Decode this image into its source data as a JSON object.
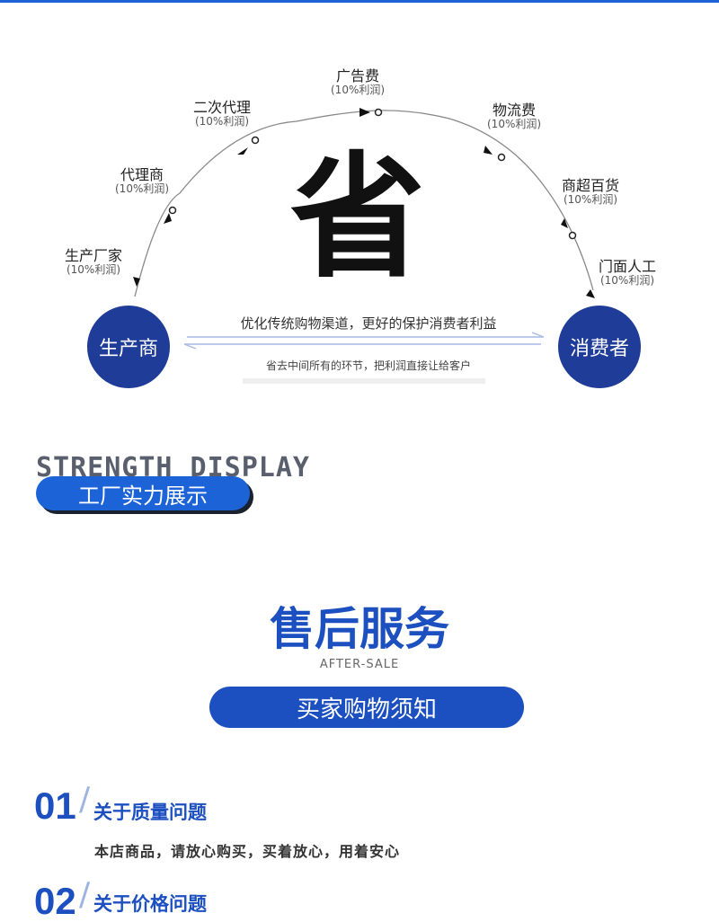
{
  "colors": {
    "accent": "#1c4fbf",
    "circle": "#1f3d98",
    "pill": "#1c63d8"
  },
  "diagram": {
    "center_char": "省",
    "left_circle": "生产商",
    "right_circle": "消费者",
    "slogan_main": "优化传统购物渠道，更好的保护消费者利益",
    "slogan_sub": "省去中间所有的环节，把利润直接让给客户",
    "nodes": [
      {
        "title": "生产厂家",
        "sub": "(10%利润)"
      },
      {
        "title": "代理商",
        "sub": "(10%利润)"
      },
      {
        "title": "二次代理",
        "sub": "(10%利润)"
      },
      {
        "title": "广告费",
        "sub": "(10%利润)"
      },
      {
        "title": "物流费",
        "sub": "(10%利润)"
      },
      {
        "title": "商超百货",
        "sub": "(10%利润)"
      },
      {
        "title": "门面人工",
        "sub": "(10%利润)"
      }
    ]
  },
  "strength": {
    "title_en": "STRENGTH DISPLAY",
    "title_cn": "工厂实力展示"
  },
  "after_sale": {
    "title": "售后服务",
    "subtitle": "AFTER-SALE",
    "button": "买家购物须知"
  },
  "faq": [
    {
      "num": "01",
      "title": "关于质量问题",
      "body": "本店商品，请放心购买，买着放心，用着安心"
    },
    {
      "num": "02",
      "title": "关于价格问题"
    }
  ]
}
